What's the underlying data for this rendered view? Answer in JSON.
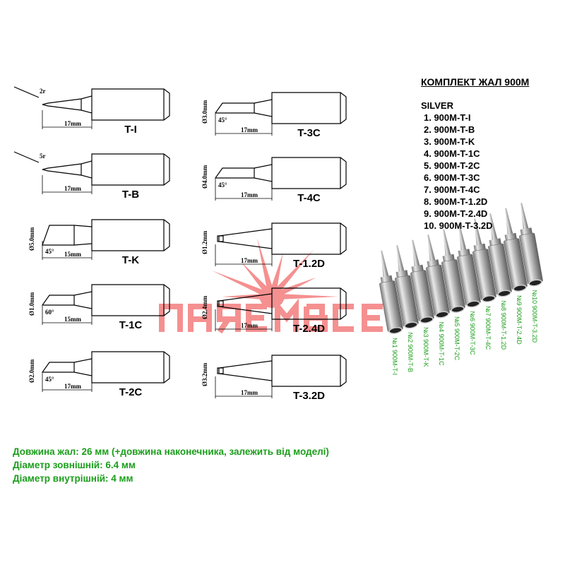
{
  "header": {
    "title": "КОМПЛЕКТ ЖАЛ 900М",
    "series": "SILVER"
  },
  "list": [
    "1. 900M-T-I",
    "2. 900M-T-B",
    "3. 900M-T-K",
    "4. 900M-T-1C",
    "5. 900M-T-2C",
    "6. 900M-T-3C",
    "7. 900M-T-4C",
    "8. 900M-T-1.2D",
    "9. 900M-T-2.4D",
    "10. 900M-T-3.2D"
  ],
  "drawings": [
    {
      "label": "T-I",
      "length": "17mm",
      "note": "2r",
      "kind": "conical"
    },
    {
      "label": "T-B",
      "length": "17mm",
      "note": "5r",
      "kind": "conical"
    },
    {
      "label": "T-K",
      "length": "15mm",
      "note": "45°",
      "diameter": "Ø5.0mm",
      "kind": "knife"
    },
    {
      "label": "T-1C",
      "length": "15mm",
      "note": "60°",
      "diameter": "Ø1.0mm",
      "kind": "bevel"
    },
    {
      "label": "T-2C",
      "length": "17mm",
      "note": "45°",
      "diameter": "Ø2.0mm",
      "kind": "bevel"
    },
    {
      "label": "T-3C",
      "length": "17mm",
      "note": "45°",
      "diameter": "Ø3.0mm",
      "kind": "bevel"
    },
    {
      "label": "T-4C",
      "length": "17mm",
      "note": "45°",
      "diameter": "Ø4.0mm",
      "kind": "bevel"
    },
    {
      "label": "T-1.2D",
      "length": "17mm",
      "diameter": "Ø1.2mm",
      "kind": "chisel"
    },
    {
      "label": "T-2.4D",
      "length": "17mm",
      "diameter": "Ø2.4mm",
      "kind": "chisel"
    },
    {
      "label": "T-3.2D",
      "length": "17mm",
      "diameter": "Ø3.2mm",
      "kind": "chisel"
    }
  ],
  "photo_labels": [
    "№1  900M-T-I",
    "№2  900M-T-B",
    "№3  900M-T-K",
    "№4  900M-T-1C",
    "№5  900M-T-2C",
    "№6  900M-T-3C",
    "№7  900M-T-4C",
    "№8  900M-T-1.2D",
    "№9  900M-T-2.4D",
    "№10  900M-T-3.2D"
  ],
  "watermark": "ПАЯЕМВСЕ",
  "specs": {
    "length": "Довжина жал: 26 мм (+довжина наконечника, залежить від моделі)",
    "outer": "Діаметр зовнішній: 6.4 мм",
    "inner": "Діаметр внутрішній: 4 мм"
  },
  "colors": {
    "spec_text": "#1a9e1a",
    "watermark": "#f26b6b"
  }
}
